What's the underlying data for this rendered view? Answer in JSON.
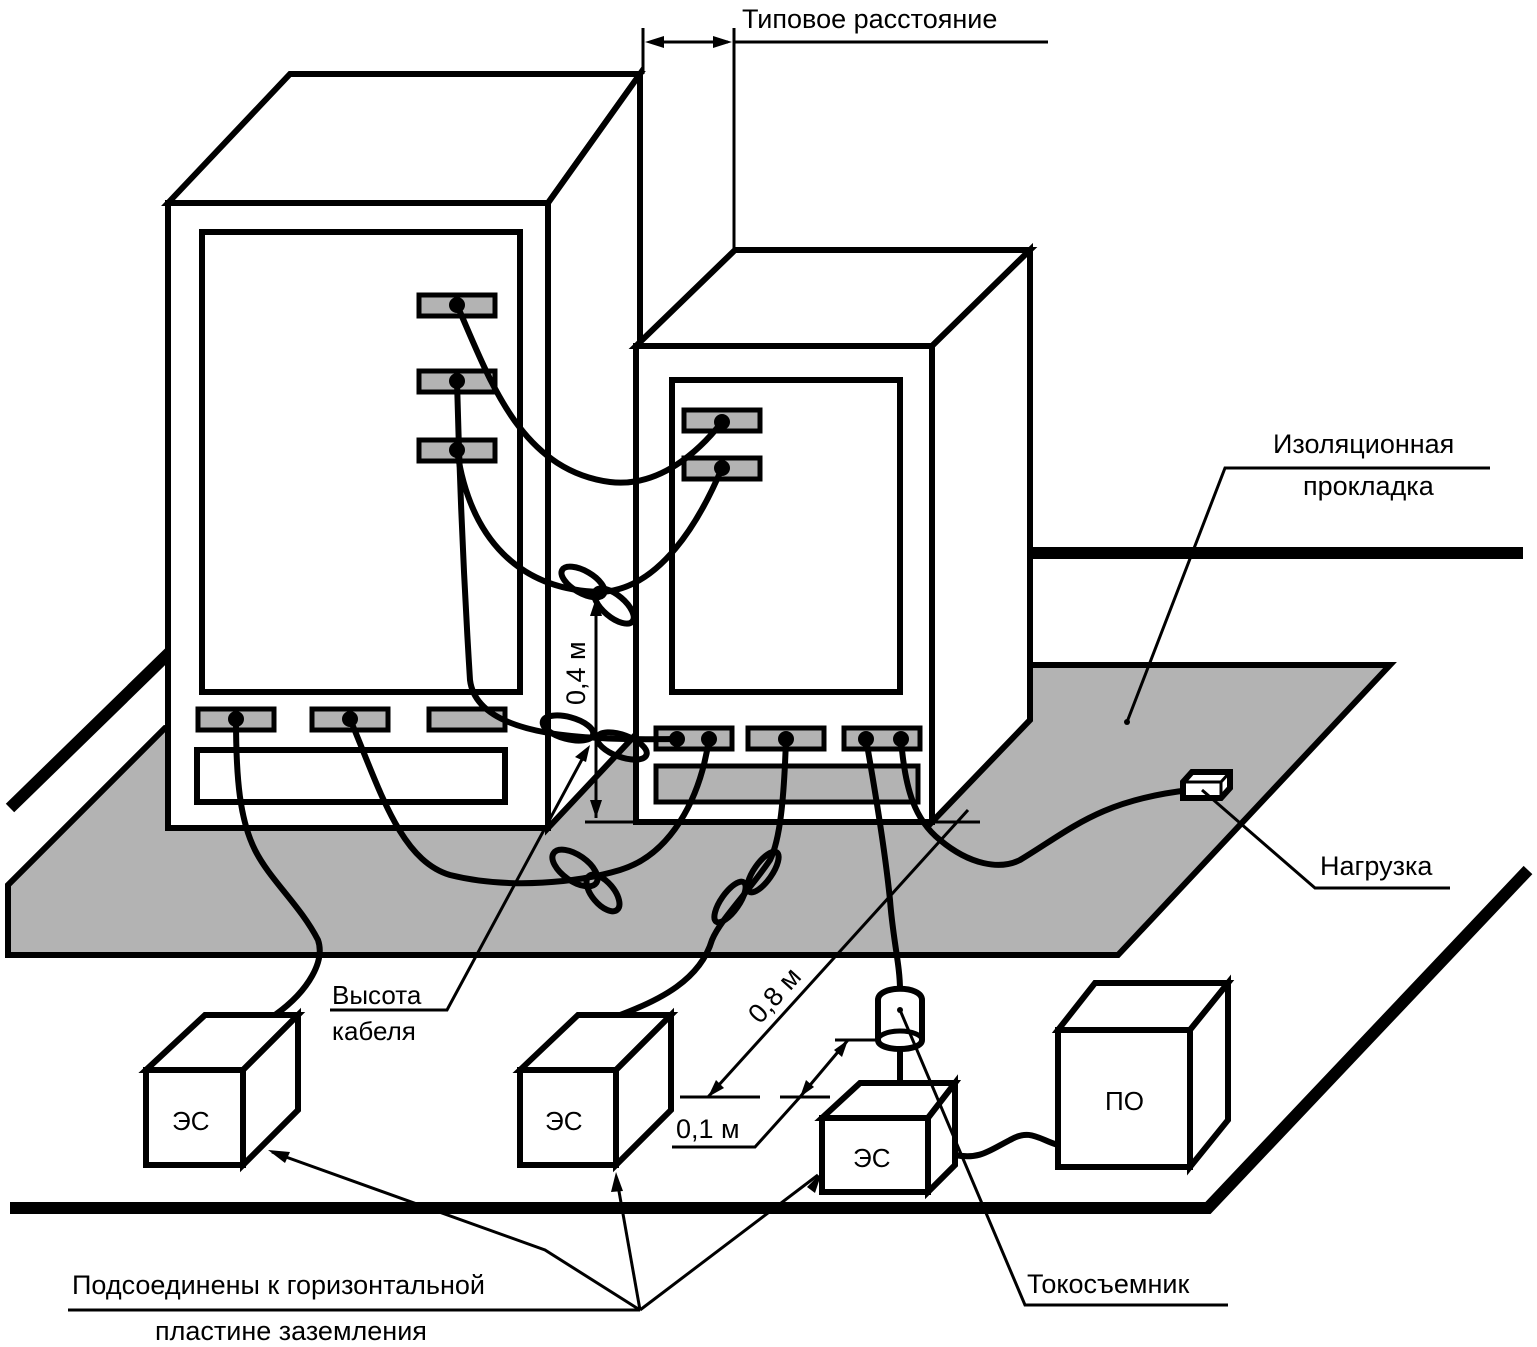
{
  "diagram": {
    "type": "EMC test setup (isometric drawing)",
    "colors": {
      "line": "#000000",
      "plate_fill": "#b3b3b3",
      "background": "#ffffff"
    },
    "labels": {
      "typical_distance": "Типовое расстояние",
      "insulating_pad_line1": "Изоляционная",
      "insulating_pad_line2": "прокладка",
      "load": "Нагрузка",
      "height_04": "0,4 м",
      "cable_height_line1": "Высота",
      "cable_height_line2": "кабеля",
      "distance_08": "0,8 м",
      "distance_01": "0,1 м",
      "current_probe": "Токосъемник",
      "grounding_line1": "Подсоединены к горизонтальной",
      "grounding_line2": "пластине заземления"
    },
    "boxes": {
      "es1": "ЭС",
      "es2": "ЭС",
      "es3": "ЭС",
      "po": "ПО"
    }
  }
}
